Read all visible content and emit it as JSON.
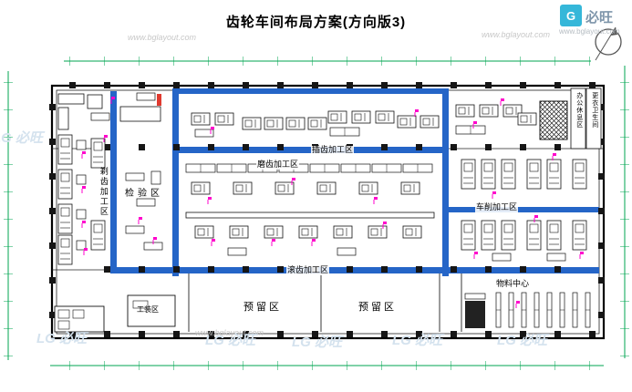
{
  "header": {
    "title": "齿轮车间布局方案(方向版3)"
  },
  "brand": {
    "name": "必旺",
    "mark": "G",
    "url": "www.bglayout.com"
  },
  "watermarks": {
    "url": "www.bglayout.com",
    "logo": "LG 必旺"
  },
  "zones": {
    "shaving": "剃齿加工区",
    "inspection": "检验区",
    "grinding": "磨齿加工区",
    "slotting": "插齿加工区",
    "hobbing": "滚齿加工区",
    "turning": "车削加工区",
    "reserved": "预留区",
    "material": "物料中心",
    "tooling": "工装区",
    "office": "办公休息区",
    "locker": "更衣卫生间"
  },
  "colors": {
    "aisle_blue": "#2565c7",
    "dimension_green": "#00a651",
    "marker_magenta": "#ff00cc",
    "brand_teal": "#35b7d9",
    "alert_red": "#e03a2f"
  }
}
